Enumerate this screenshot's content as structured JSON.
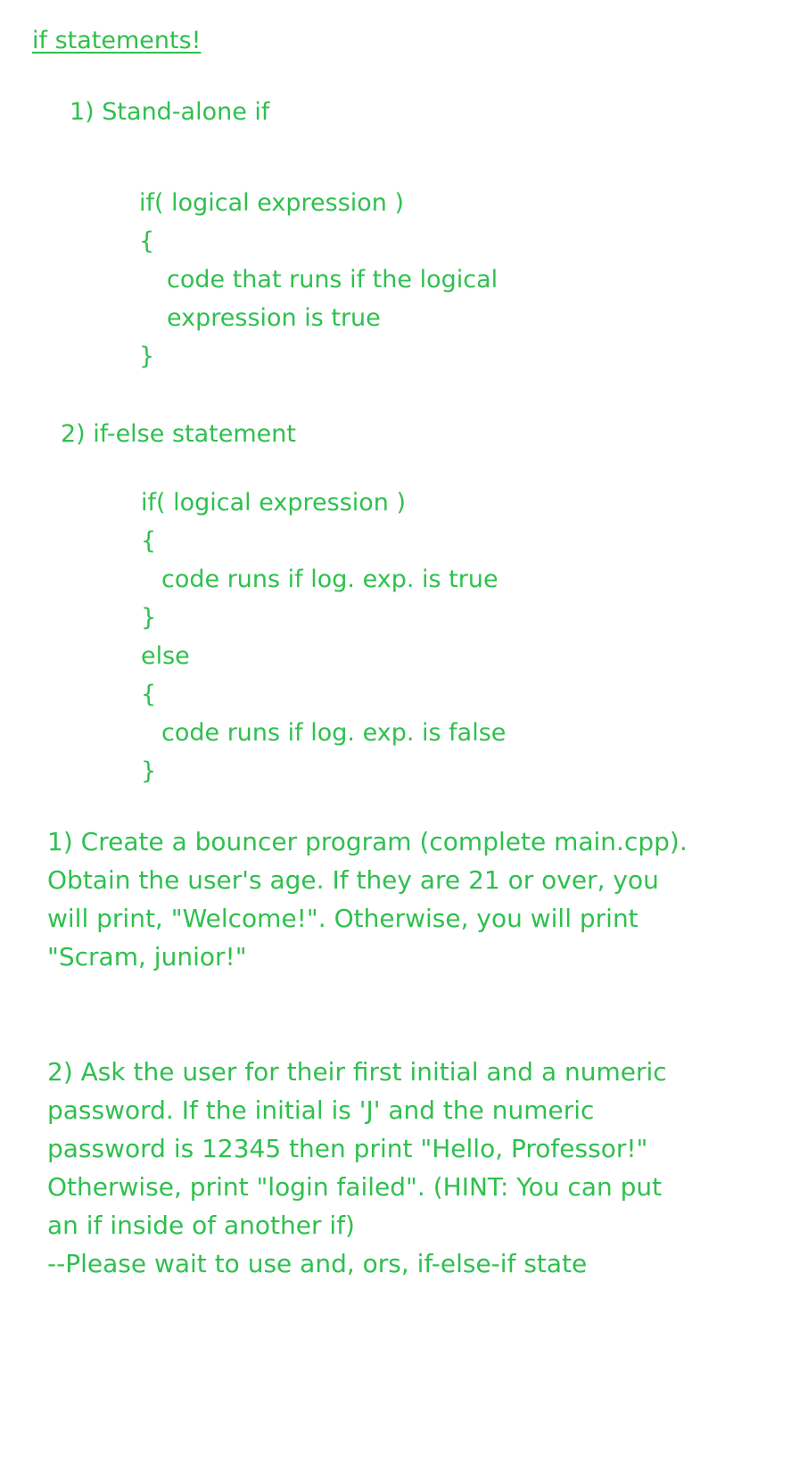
{
  "title": "if statements!",
  "section1": {
    "heading": "1) Stand-alone if",
    "code": [
      "if( logical expression )",
      "{",
      "code that runs if the logical",
      "expression is true",
      "}"
    ]
  },
  "section2": {
    "heading": "2) if-else statement",
    "code": [
      "if( logical expression )",
      "{",
      "code runs if log. exp. is true",
      "}",
      "else",
      "{",
      "code runs if log. exp. is false",
      "}"
    ]
  },
  "exercise1": [
    "1) Create a bouncer program (complete main.cpp).",
    "Obtain the user's age. If they are 21 or over, you",
    "will print, \"Welcome!\".  Otherwise, you will print",
    "\"Scram, junior!\""
  ],
  "exercise2": [
    "2) Ask the user for their first initial and a numeric",
    "password. If the initial is 'J' and the numeric",
    "password is 12345 then print \"Hello, Professor!\"",
    "Otherwise, print \"login failed\". (HINT: You can put",
    "an if inside of another if)",
    "--Please wait to use and, ors, if-else-if state"
  ],
  "colors": {
    "text": "#2fc04e",
    "background": "#ffffff"
  }
}
